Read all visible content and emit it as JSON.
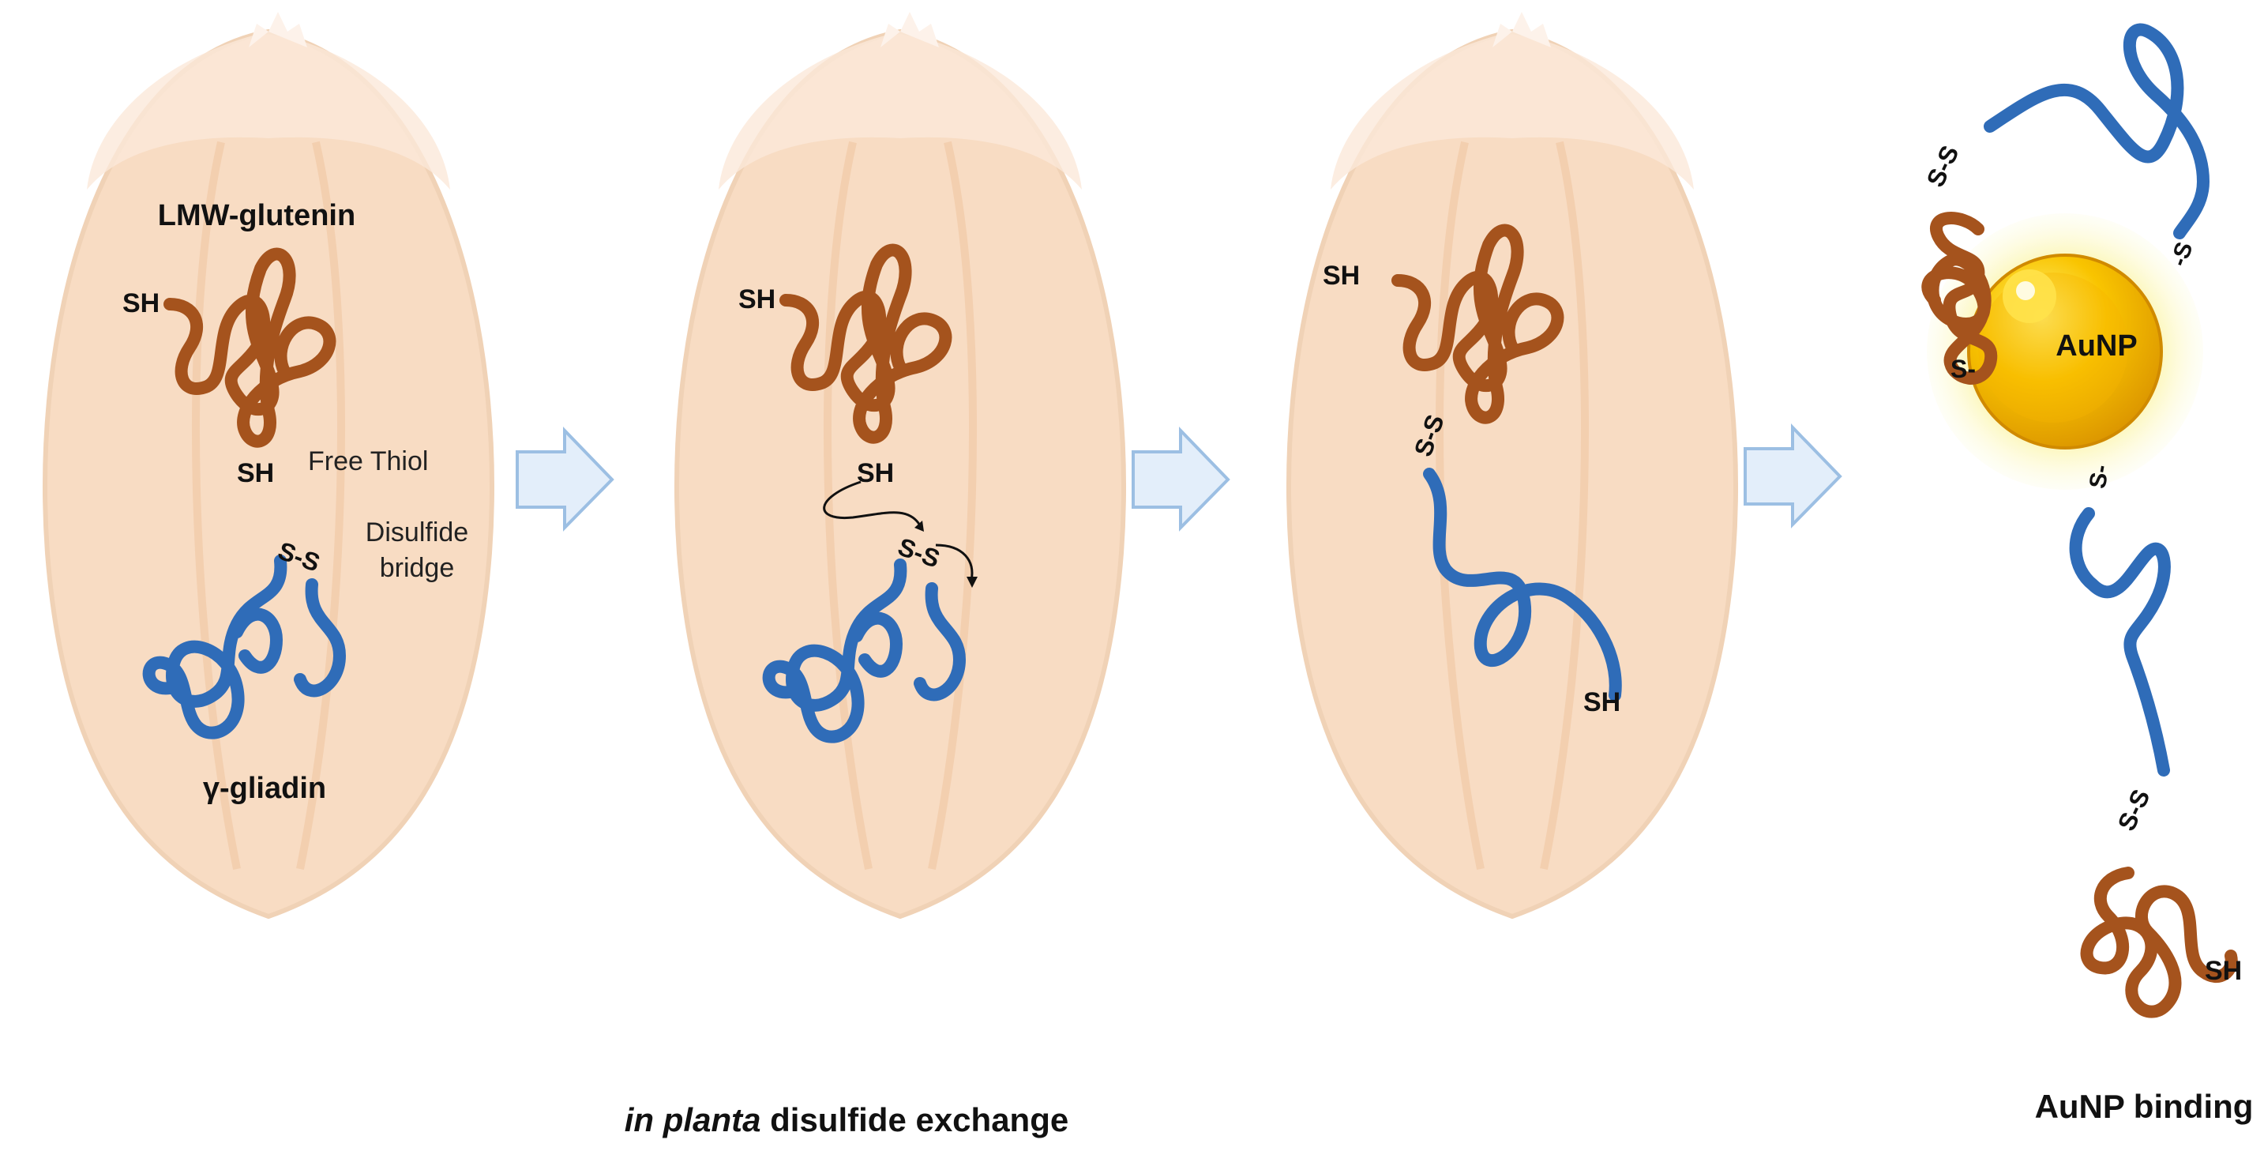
{
  "labels": {
    "lmw_glutenin": "LMW-glutenin",
    "gamma_gliadin": "γ-gliadin",
    "free_thiol": "Free Thiol",
    "disulfide_bridge_line1": "Disulfide",
    "disulfide_bridge_line2": "bridge",
    "sh": "SH",
    "s": "S",
    "s_dash": "S-",
    "dash_s": "-S",
    "ss": "S-S",
    "aunp": "AuNP",
    "caption_middle_italic": "in planta",
    "caption_middle_rest": " disulfide exchange",
    "caption_right": "AuNP binding"
  },
  "colors": {
    "grain_fill": "#f8dcc3",
    "grain_inner": "#f3cfb1",
    "grain_stroke": "#f0d2b6",
    "glutenin": "#a5531d",
    "gliadin": "#2f6cb8",
    "arrow_fill": "#e3eefa",
    "arrow_stroke": "#9cbfe3",
    "gold": "#f7b500",
    "gold_glow": "#fbf39a"
  }
}
